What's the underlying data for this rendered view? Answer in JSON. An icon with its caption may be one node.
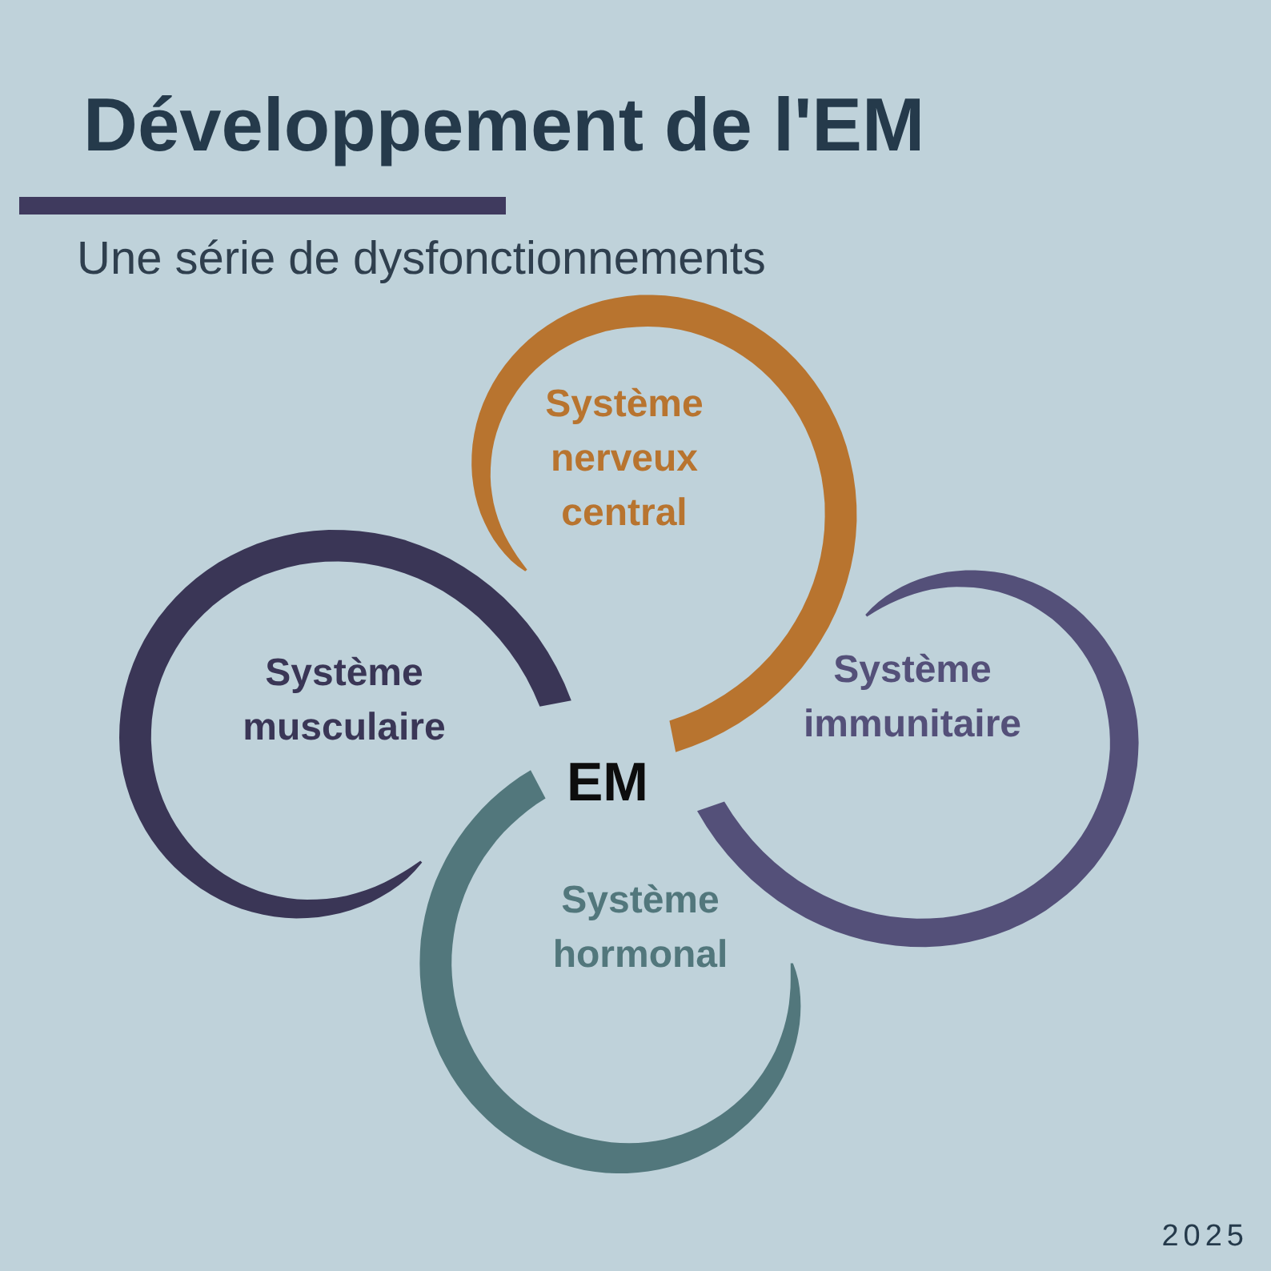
{
  "diagram": {
    "title": "Développement de l'EM",
    "caption": "Une série de dysfonctionnements",
    "nodes": [
      {
        "text": [
          "EM"
        ]
      },
      {
        "text": [
          "Système nerveux central"
        ]
      },
      {
        "text": [
          "Système immunitaire"
        ]
      },
      {
        "text": [
          "Système hormonal"
        ]
      },
      {
        "text": [
          "Système musculaire"
        ]
      }
    ],
    "labels": [
      "2025"
    ]
  }
}
